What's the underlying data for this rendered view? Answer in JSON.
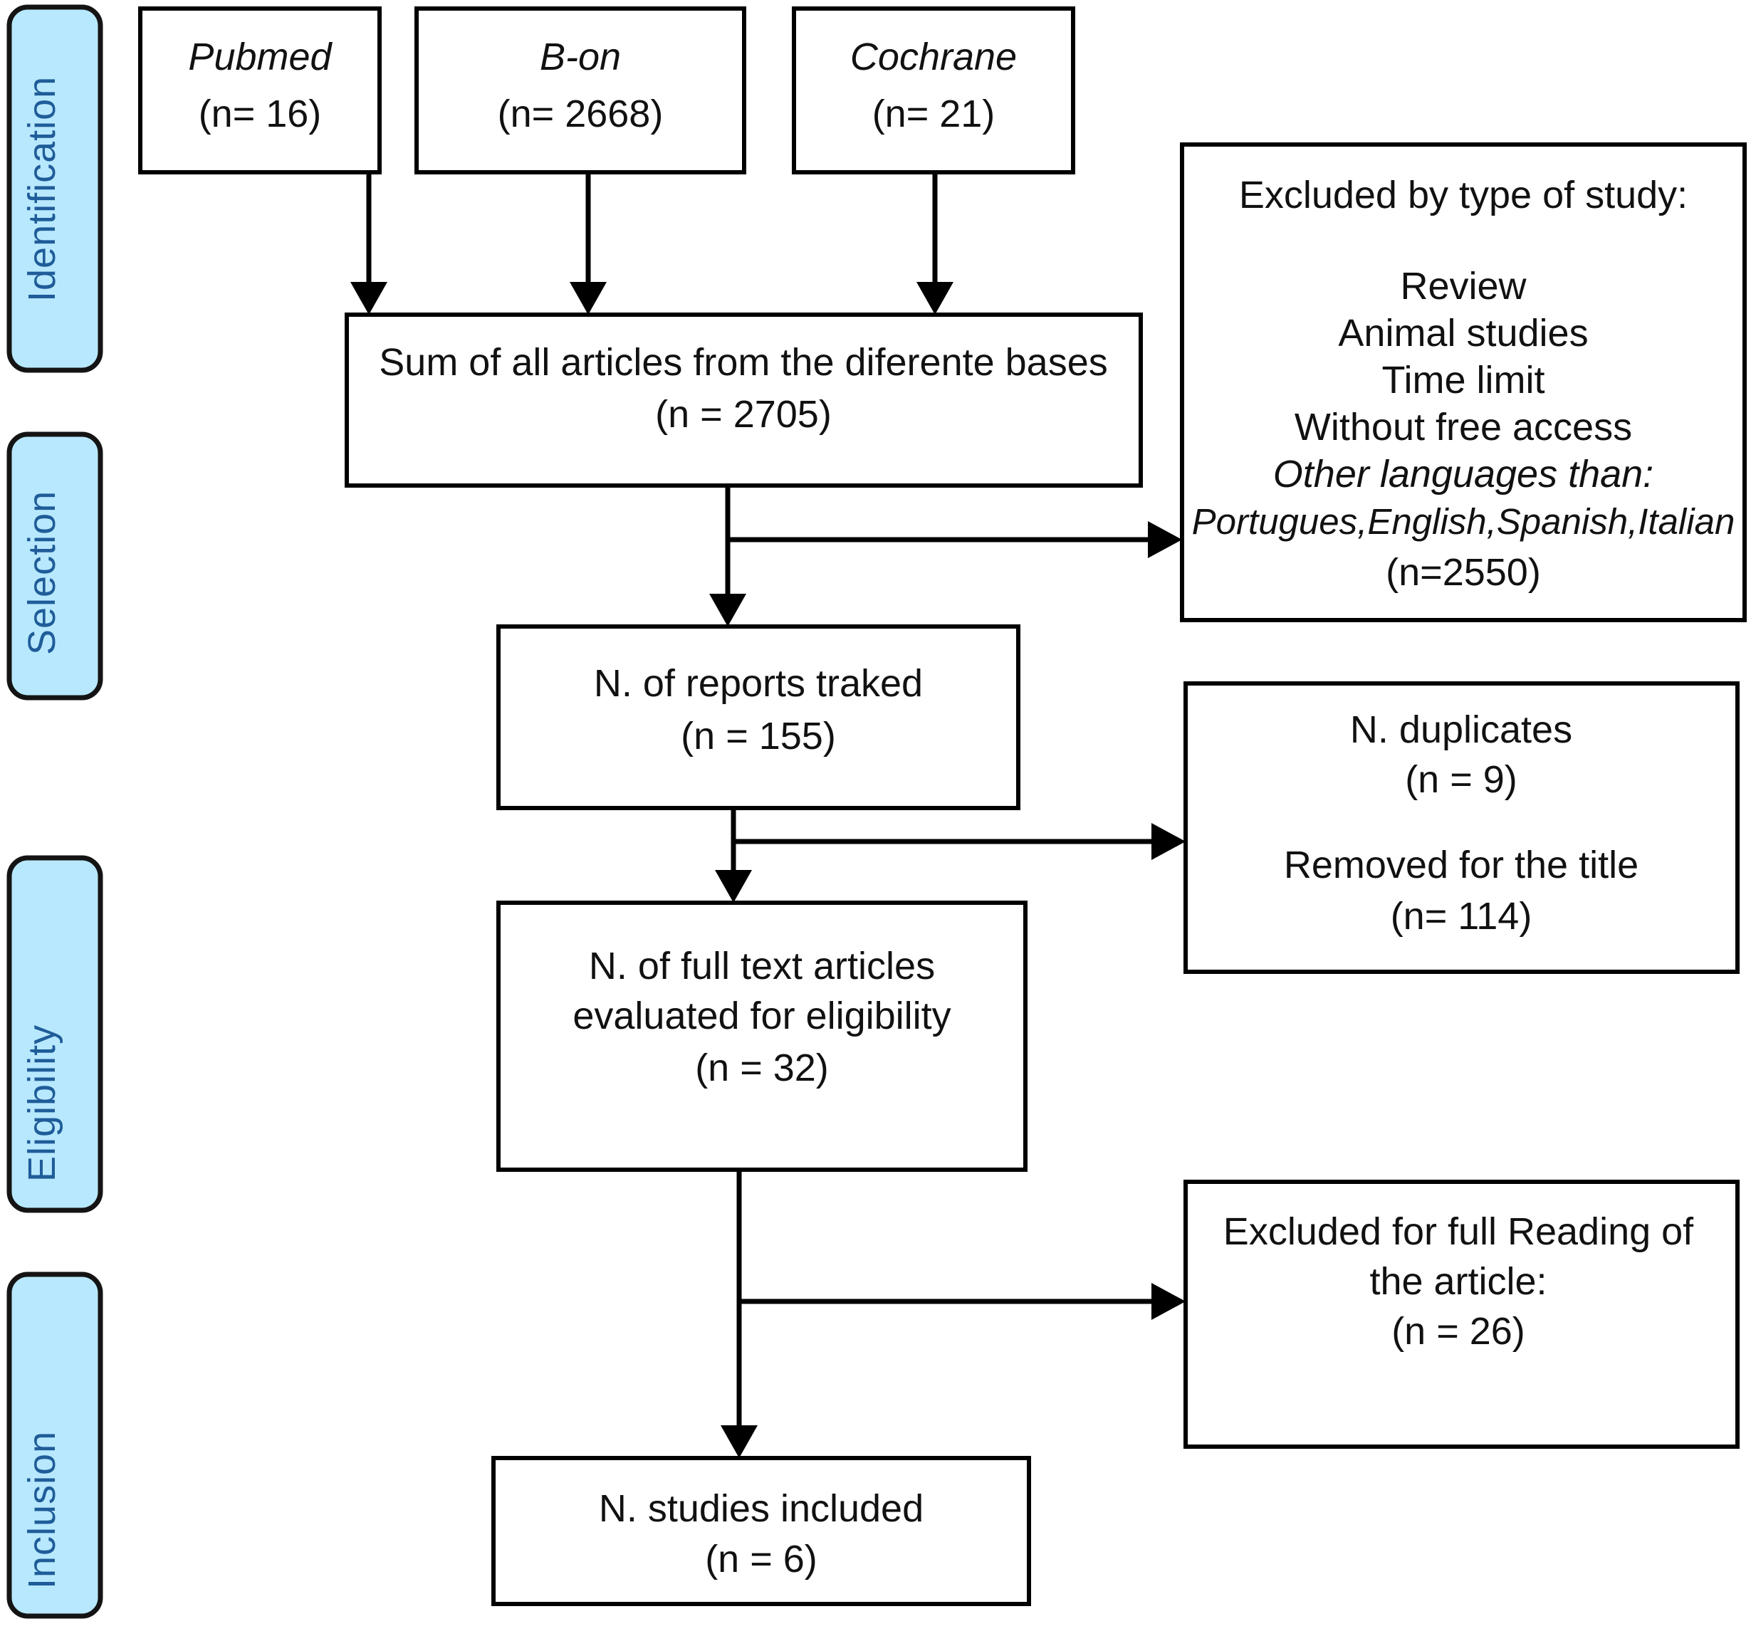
{
  "diagram": {
    "type": "prisma-flow-diagram",
    "title": "PRISMA study selection flow diagram",
    "colors": {
      "stage_fill": "#b8e8fd",
      "stage_text": "#1f5c99",
      "stage_border": "#141414",
      "node_fill": "#ffffff",
      "node_border": "#000000",
      "connector": "#000000"
    }
  },
  "stages": [
    {
      "id": "identification",
      "label": "Identification"
    },
    {
      "id": "selection",
      "label": "Selection"
    },
    {
      "id": "eligibility",
      "label": "Eligibility"
    },
    {
      "id": "inclusion",
      "label": "Inclusion"
    }
  ],
  "sources": [
    {
      "id": "pubmed",
      "name": "Pubmed",
      "count_label": "(n= 16)",
      "n": 16
    },
    {
      "id": "bon",
      "name": "B-on",
      "count_label": "(n= 2668)",
      "n": 2668
    },
    {
      "id": "cochrane",
      "name": "Cochrane",
      "count_label": "(n= 21)",
      "n": 21
    }
  ],
  "nodes": {
    "sum_all": {
      "line1": "Sum of all articles from the diferente bases",
      "line2": "(n = 2705)",
      "n": 2705
    },
    "reports_tracked": {
      "line1": "N. of reports traked",
      "line2": "(n = 155)",
      "n": 155
    },
    "full_text": {
      "line1": "N. of full text articles",
      "line2": "evaluated for eligibility",
      "line3": "(n = 32)",
      "n": 32
    },
    "included": {
      "line1": "N. studies included",
      "line2": "(n = 6)",
      "n": 6
    }
  },
  "exclusions": {
    "by_type_of_study": {
      "heading": "Excluded by type of study:",
      "reasons": [
        "Review",
        "Animal studies",
        "Time limit",
        "Without free access"
      ],
      "languages_heading": "Other languages than:",
      "languages_list": "Portugues,English,Spanish,Italian",
      "count_label": "(n=2550)",
      "n": 2550
    },
    "duplicates_and_title": {
      "line1": "N. duplicates",
      "line2": "(n = 9)",
      "line3": "Removed for the title",
      "line4": "(n= 114)",
      "n_duplicates": 9,
      "n_removed_title": 114
    },
    "full_reading": {
      "line1": "Excluded for full Reading of",
      "line2": "the article:",
      "line3": "(n = 26)",
      "n": 26
    }
  }
}
